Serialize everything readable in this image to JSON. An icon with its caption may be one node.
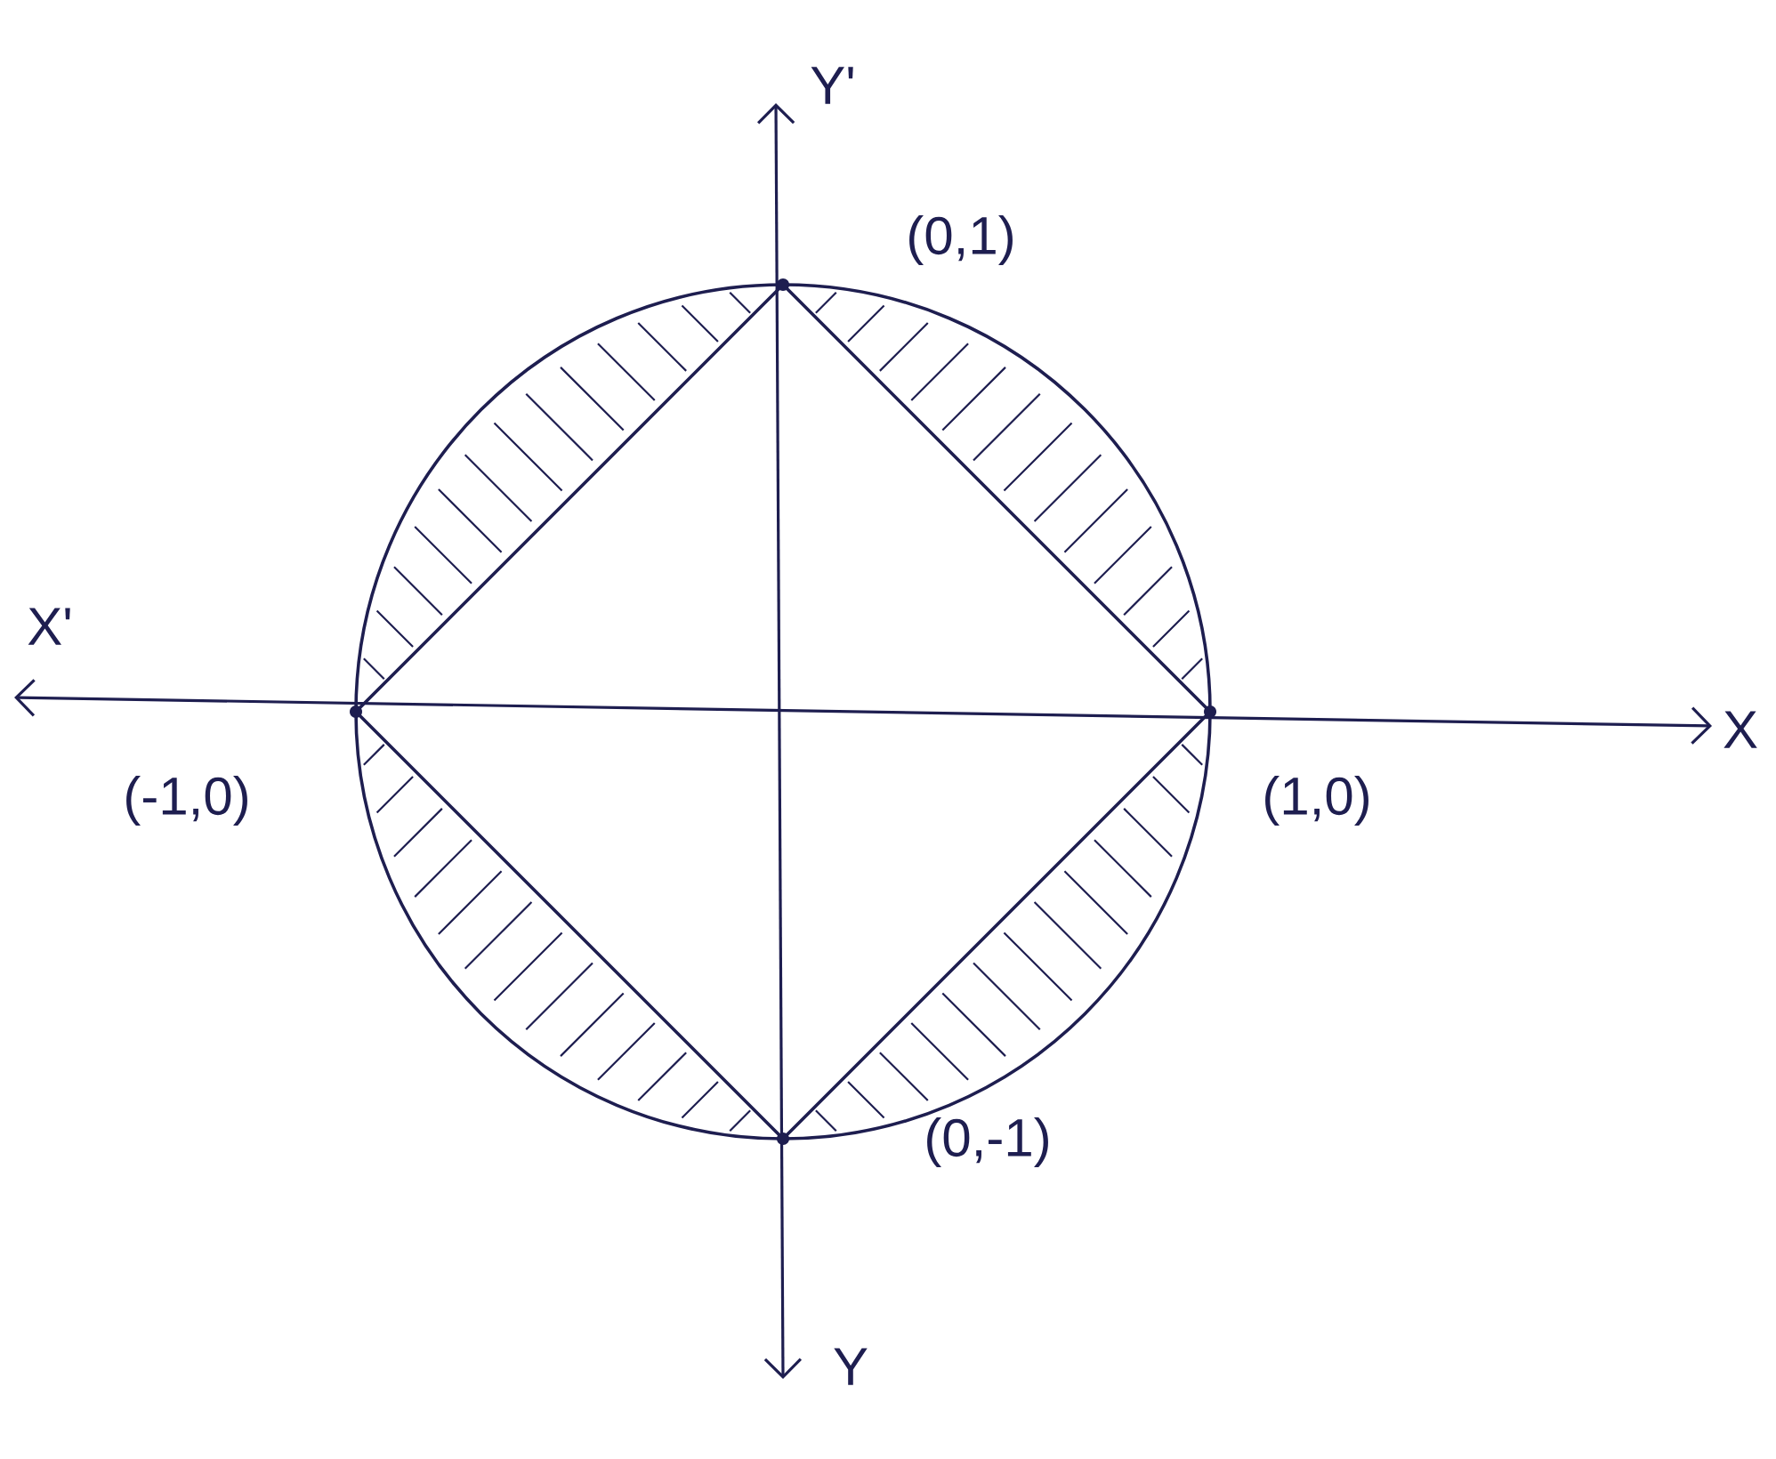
{
  "diagram": {
    "labels": [
      "Y'",
      "(0,1)",
      "X'",
      "(-1,0)",
      "X",
      "(1,0)",
      "(0,-1)",
      "Y"
    ]
  }
}
